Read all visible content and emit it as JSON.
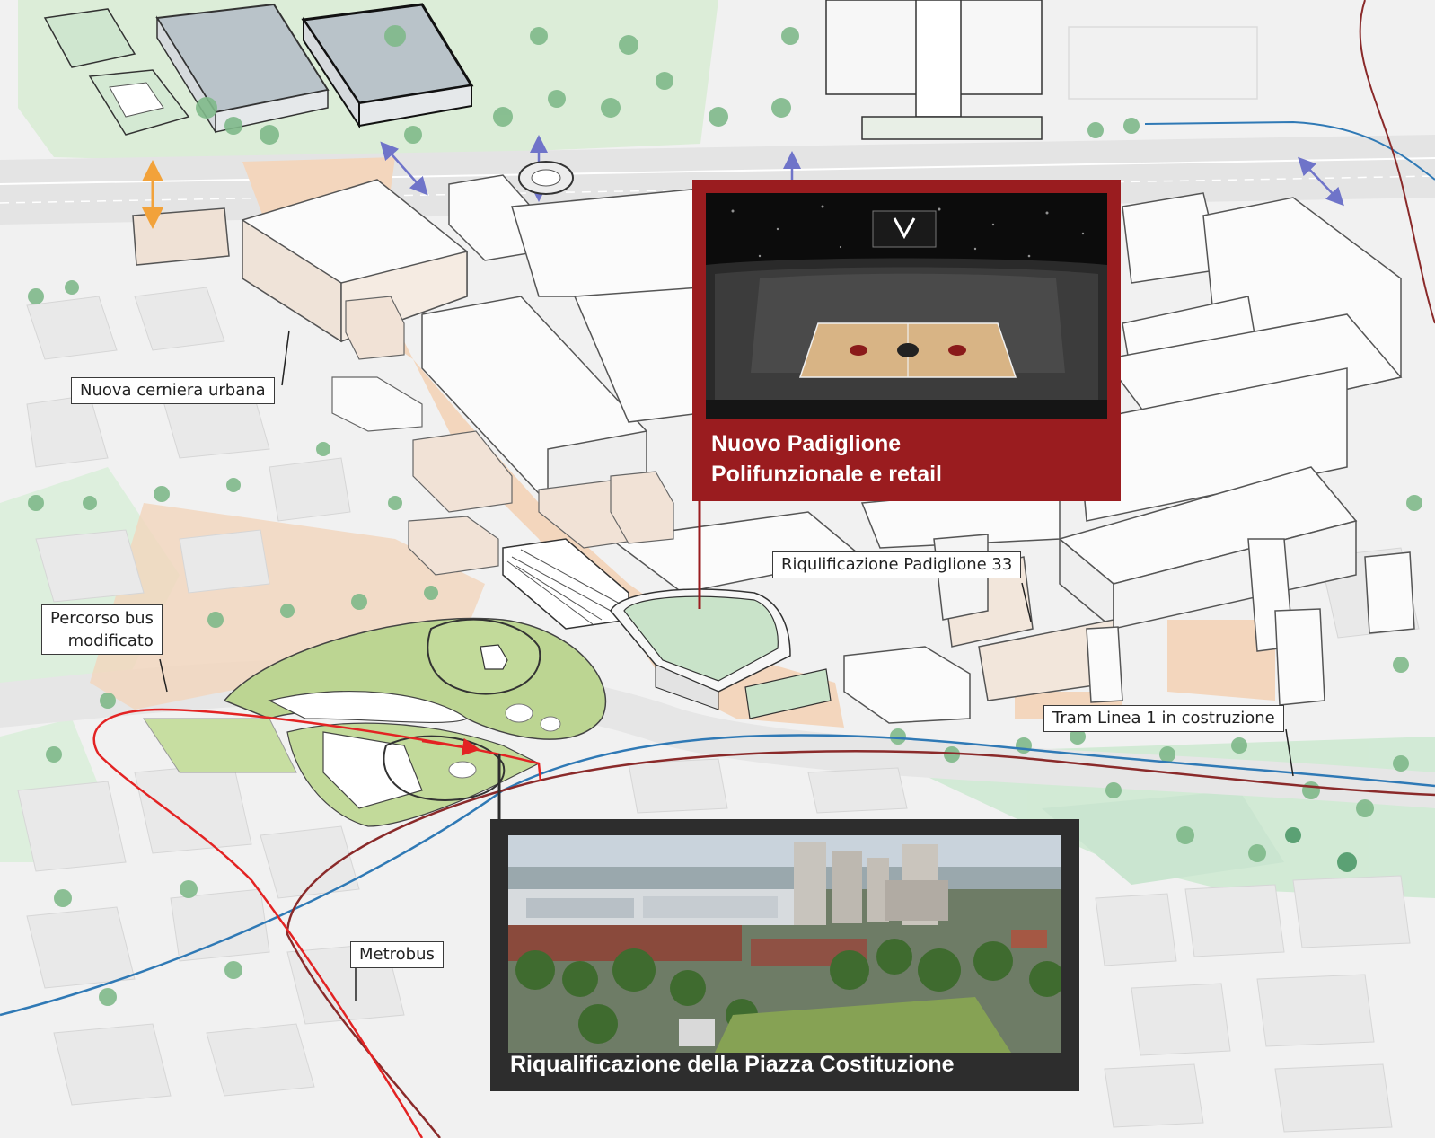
{
  "map": {
    "labels": {
      "cerniera": "Nuova cerniera  urbana",
      "padiglione33": "Riqulificazione Padiglione 33",
      "bus_line1": "Percorso bus",
      "bus_line2": "modificato",
      "tram": "Tram Linea 1 in costruzione",
      "metrobus": "Metrobus"
    },
    "panels": {
      "arena": {
        "title_line1": "Nuovo Padiglione",
        "title_line2": "Polifunzionale e retail",
        "frame_color": "#9a1c1f"
      },
      "piazza": {
        "title": "Riqualificazione della Piazza Costituzione",
        "frame_color": "#2d2d2d"
      }
    },
    "colors": {
      "bus_route": "#e32323",
      "tram_line": "#2f79b5",
      "metrobus_line": "#8a2a2a",
      "pedestrian_arrow": "#f2a23a",
      "crossing_arrow": "#6f74c9",
      "green_area": "#bfe3c6",
      "plaza_paving": "#f1d2b8"
    }
  }
}
